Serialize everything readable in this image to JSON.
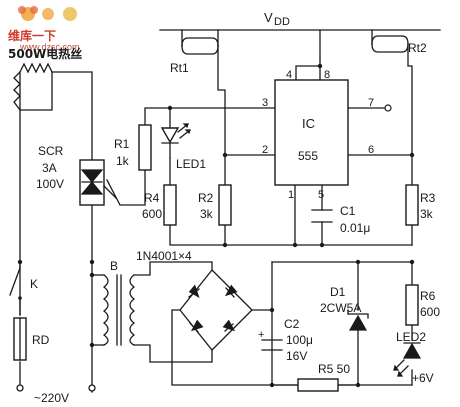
{
  "watermark": {
    "logo": "维库一下",
    "url": "www.dzsc.com"
  },
  "labels": {
    "vdd": "V",
    "vdd_sub": "DD",
    "heater": "500W电热丝",
    "rt1": "Rt1",
    "rt2": "Rt2",
    "scr_name": "SCR",
    "scr_current": "3A",
    "scr_voltage": "100V",
    "r1_name": "R1",
    "r1_value": "1k",
    "led1": "LED1",
    "r4_name": "R4",
    "r4_value": "600",
    "r2_name": "R2",
    "r2_value": "3k",
    "ic_name": "IC",
    "ic_type": "555",
    "pin4": "4",
    "pin8": "8",
    "pin3": "3",
    "pin7": "7",
    "pin2": "2",
    "pin6": "6",
    "pin1": "1",
    "pin5": "5",
    "c1_name": "C1",
    "c1_value": "0.01μ",
    "r3_name": "R3",
    "r3_value": "3k",
    "switch_k": "K",
    "fuse_rd": "RD",
    "transformer_b": "B",
    "bridge": "1N4001×4",
    "d1_name": "D1",
    "d1_type": "2CW5A",
    "r6_name": "R6",
    "r6_value": "600",
    "c2_name": "C2",
    "c2_value": "100μ",
    "c2_voltage": "16V",
    "led2": "LED2",
    "r5": "R5 50",
    "plus6v": "+6V",
    "mains": "~220V"
  }
}
